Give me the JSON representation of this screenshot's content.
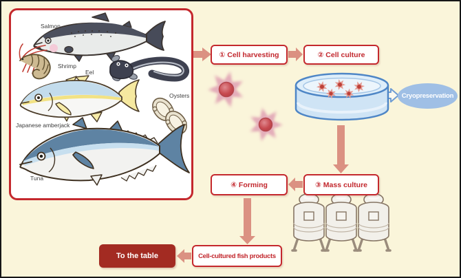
{
  "diagram": {
    "theme": "cell-cultured seafood production flow",
    "palette": {
      "background": "#FAF5DA",
      "outer_border": "#161616",
      "box_border_red": "#C4282D",
      "box_text_red": "#C2272D",
      "arrow_salmon": "#DB9182",
      "solid_box_red": "#A32B22",
      "cryo_blue": "#9FBFE5",
      "dish_blue": "#4E86C6",
      "cell_pink": "#E2A8B5",
      "cell_nucleus_red": "#C74A50",
      "tank_outline": "#857463"
    }
  },
  "fish_panel": {
    "labels": {
      "salmon": "Salmon",
      "shrimp": "Shrimp",
      "eel": "Eel",
      "amberjack": "Japanese amberjack",
      "oysters": "Oysters",
      "tuna": "Tuna"
    }
  },
  "steps": {
    "harvesting": "① Cell harvesting",
    "culture": "② Cell culture",
    "cryopreservation": "Cryopreservation",
    "mass_culture": "③ Mass culture",
    "forming": "④ Forming",
    "products": "Cell-cultured fish products",
    "table": "To the table"
  },
  "icons": [
    "arrow-right-icon",
    "arrow-down-icon",
    "arrow-left-icon",
    "outline-arrow-right-icon",
    "petri-dish-icon",
    "cell-icon",
    "bioreactor-tank-icon",
    "salmon-icon",
    "shrimp-icon",
    "eel-icon",
    "amberjack-icon",
    "oyster-icon",
    "tuna-icon"
  ]
}
